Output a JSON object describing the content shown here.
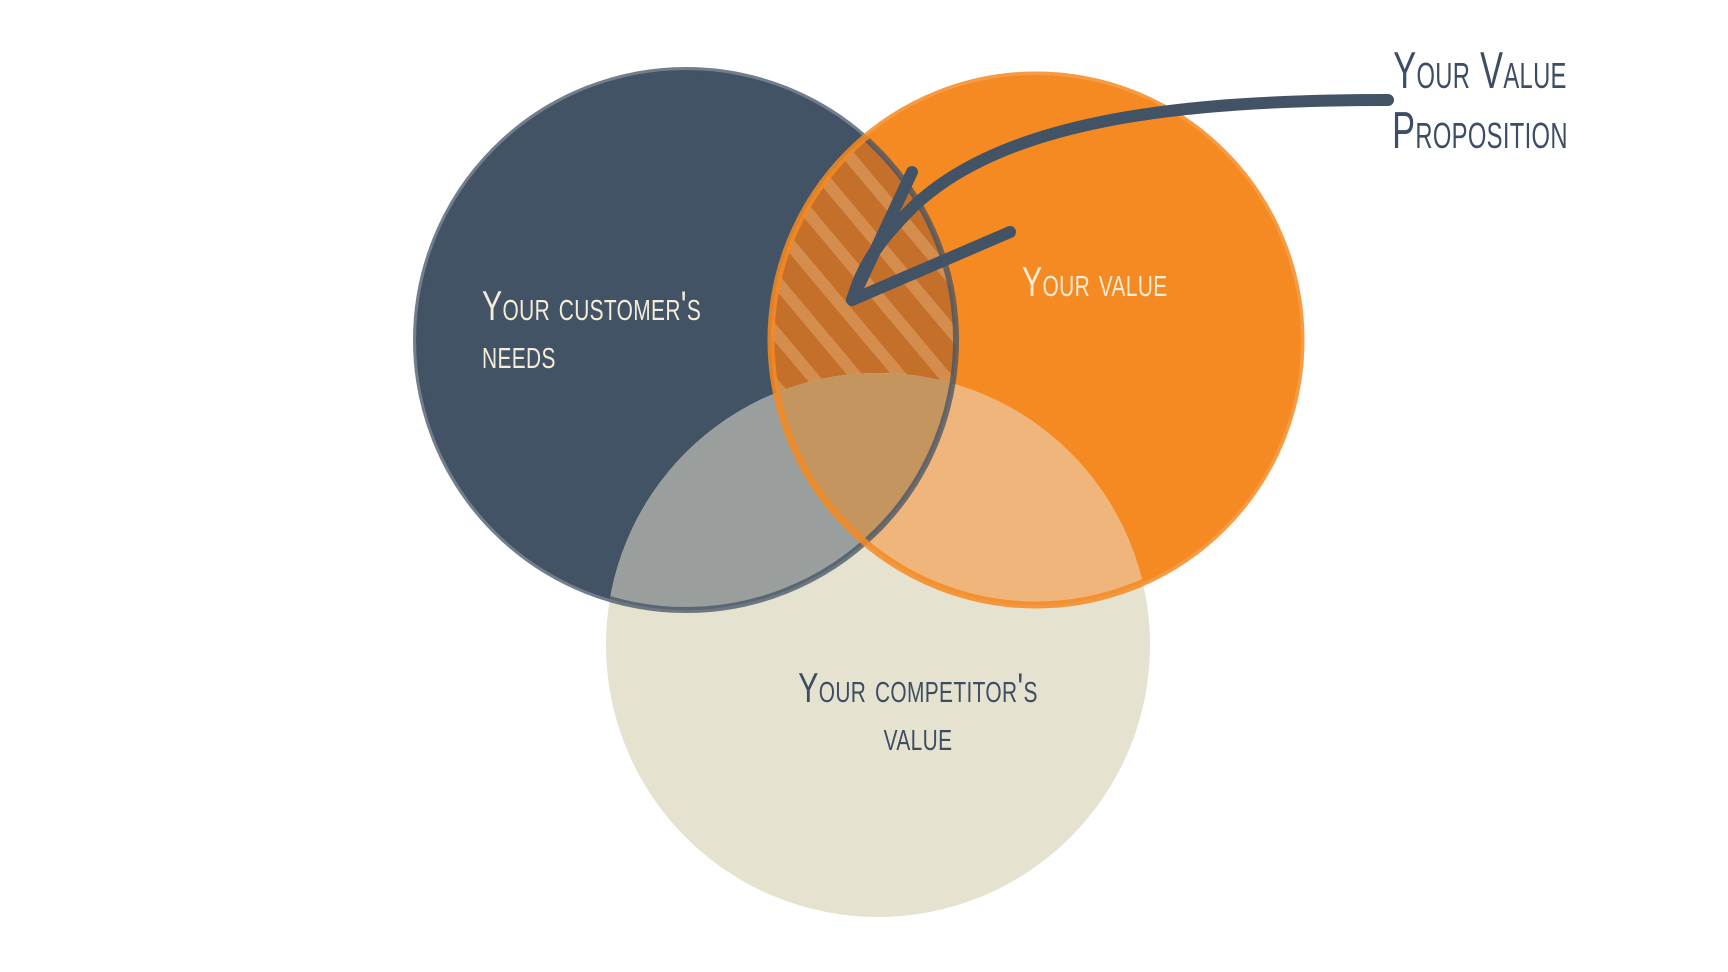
{
  "diagram": {
    "circles": [
      {
        "id": "customer_needs",
        "label_lines": [
          "Your customer's",
          "needs"
        ],
        "fill": "#435366"
      },
      {
        "id": "your_value",
        "label_lines": [
          "Your value"
        ],
        "fill": "#f58a22"
      },
      {
        "id": "competitor_value",
        "label_lines": [
          "Your competitor's",
          "value"
        ],
        "fill": "#e6e2d0"
      }
    ],
    "callout": {
      "label_lines": [
        "Your Value",
        "Proposition"
      ],
      "arrow_color": "#435366"
    },
    "overlap_colors": {
      "needs_and_value": "#c4702a",
      "needs_and_competitor": "#9a9e9c",
      "value_and_competitor": "#efb57a",
      "all_three": "#c4955f"
    },
    "text_colors": {
      "on_dark": "#f3ecd8",
      "on_light": "#3d4d63"
    }
  }
}
